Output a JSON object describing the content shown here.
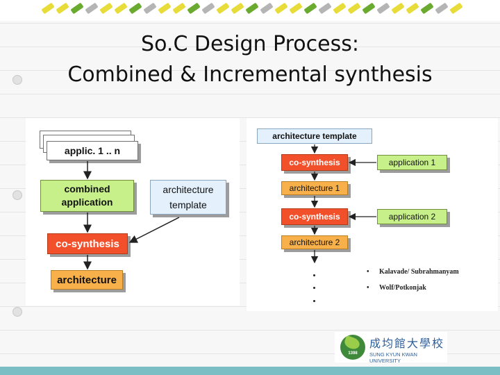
{
  "slide": {
    "title_line1": "So.C Design Process:",
    "title_line2": "Combined &  Incremental synthesis"
  },
  "left_diagram": {
    "applications": "applic. 1 .. n",
    "combined_line1": "combined",
    "combined_line2": "application",
    "template_line1": "architecture",
    "template_line2": "template",
    "cosynthesis": "co-synthesis",
    "architecture": "architecture"
  },
  "right_diagram": {
    "template": "architecture template",
    "cosynthesis_1": "co-synthesis",
    "application_1": "application 1",
    "architecture_1": "architecture 1",
    "cosynthesis_2": "co-synthesis",
    "application_2": "application 2",
    "architecture_2": "architecture 2",
    "references": [
      "Kalavade/ Subrahmanyam",
      "Wolf/Potkonjak"
    ]
  },
  "logo": {
    "name_cjk": "成均館大學校",
    "name_en": "SUNG KYUN KWAN UNIVERSITY",
    "emblem_text": "1398"
  },
  "colors": {
    "green_box": "#c8f08a",
    "blue_box": "#e4f1fc",
    "red_box": "#f2502a",
    "orange_box": "#f8b04a",
    "bottom_band": "#7bbfc4"
  }
}
